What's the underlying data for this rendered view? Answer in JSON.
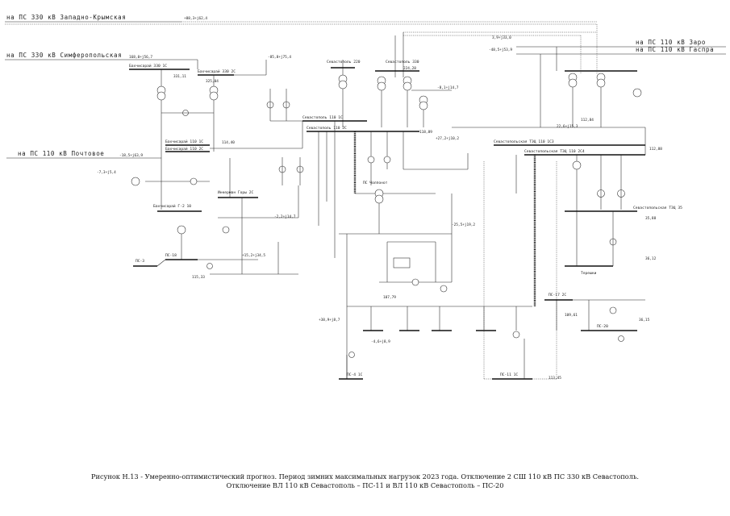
{
  "external_connections": {
    "west_crimea_330": "на ПС 330 кВ Западно-Крымская",
    "simferopol_330": "на ПС 330 кВ Симферопольская",
    "pochtovoe_110": "на ПС 110 кВ Почтовое",
    "zaro_110": "на ПС 110 кВ Заро",
    "gaspra_110": "на ПС 110 кВ Гаспра"
  },
  "substations": {
    "sevastopol_220": "Севастополь 220",
    "sevastopol_330": "Севастополь 330",
    "bakhchisarai_330_1s": "Бахчисарай 330 1С",
    "bakhchisarai_330_2s": "Бахчисарай 330 2С",
    "sevastopol_110_1s": "Севастополь 110 1С",
    "sevastopol_110_2s": "Севастополь 110 2С",
    "bakhchisarai_110_1s": "Бахчисарай 110 1С",
    "bakhchisarai_110_2s": "Бахчисарай 110 2С",
    "bakhchisarai_g2": "Бахчисарай Г-2 10",
    "inkerman_gory": "Инкерман Горы 2С",
    "sevastopol_tpp_110_1": "Севастопольская ТЭЦ 110 1С3",
    "sevastopol_tpp_110_2": "Севастопольская ТЭЦ 110 2С4",
    "sevastopol_tpp_35": "Севастопольская ТЭЦ 35",
    "chersonese": "ПС Чолпонот",
    "tereshki": "Терешки",
    "ps_18": "ПС-18",
    "ps_3": "ПС-3",
    "ps_4_1s": "ПС-4 1С",
    "ps_11_1s": "ПС-11 1С",
    "ps_17_2s": "ПС-17 2С",
    "ps_20": "ПС-20"
  },
  "flows": {
    "f1": "+88,3+j62,4",
    "f2": "168,0+j56,7",
    "f3": "-18,5+j63,9",
    "f4": "-48,5+j53,9",
    "f5": "3,9+j33,0",
    "f6": "-85,8+j75,4",
    "f7": "-8,1+j14,7",
    "f8": "+27,2+j10,2",
    "f9": "-7,3+j5,4",
    "f10": "+15,2+j34,5",
    "f11": "-2,2+j14,7",
    "f12": "-25,5+j19,2",
    "f13": "+38,9+j8,7",
    "f14": "-4,6+j8,9",
    "f15": "22,6+j15,3"
  },
  "voltages": {
    "v1": "331,11",
    "v2": "325,04",
    "v3": "224,28",
    "v4": "118,89",
    "v5": "114,40",
    "v6": "115,33",
    "v7": "112,88",
    "v8": "35,88",
    "v9": "36,15",
    "v10": "109,61",
    "v11": "113,45",
    "v12": "107,79",
    "v13": "112,84",
    "v14": "36,12"
  },
  "caption": {
    "line1": "Рисунок Н.13 - Умеренно-оптимистический прогноз. Период зимних максимальных нагрузок 2023 года. Отключение 2 СШ 110 кВ ПС 330 кВ Севастополь.",
    "line2": "Отключение ВЛ 110 кВ Севастополь – ПС-11 и ВЛ 110 кВ Севастополь – ПС-20"
  }
}
